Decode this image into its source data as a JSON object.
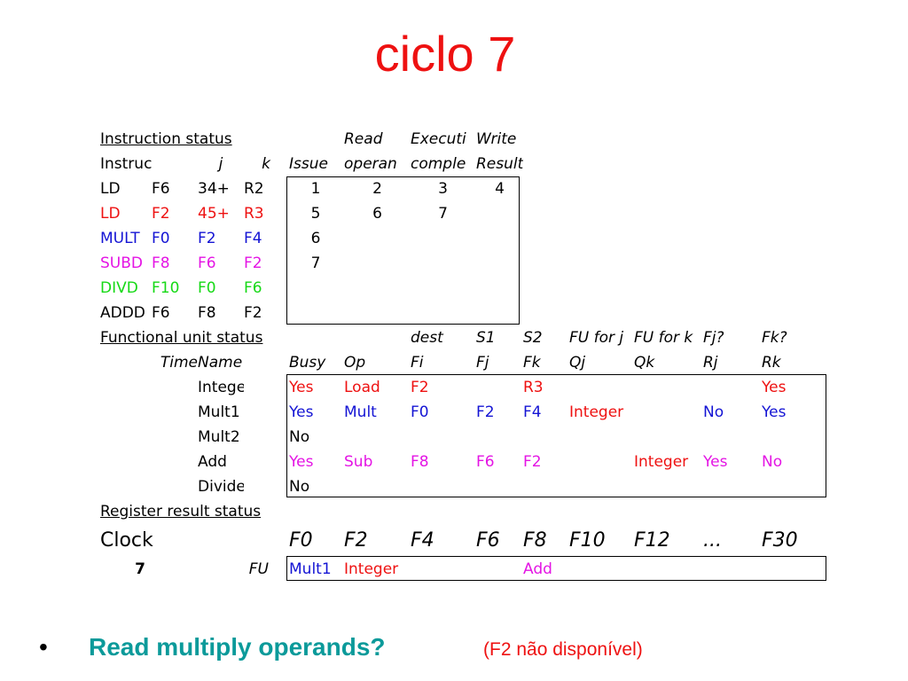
{
  "title": "ciclo 7",
  "colors": {
    "black": "#000000",
    "red": "#ee1111",
    "blue": "#1414d4",
    "magenta": "#e414e4",
    "green": "#16d916",
    "teal": "#0b9a9a"
  },
  "instruction_status": {
    "section_title": "Instruction status",
    "col_head_1": [
      "",
      "",
      "",
      "",
      "Read",
      "Executi",
      "Write"
    ],
    "col_head_2": [
      "Instructior",
      "j",
      "k",
      "Issue",
      "operan",
      "comple",
      "Result"
    ],
    "rows": [
      {
        "op": "LD",
        "j": "F6",
        "k": "34+",
        "r": "R2",
        "issue": "1",
        "read": "2",
        "exec": "3",
        "write": "4",
        "color": "#000000"
      },
      {
        "op": "LD",
        "j": "F2",
        "k": "45+",
        "r": "R3",
        "issue": "5",
        "read": "6",
        "exec": "7",
        "write": "",
        "color": "#ee1111"
      },
      {
        "op": "MULT",
        "j": "F0",
        "k": "F2",
        "r": "F4",
        "issue": "6",
        "read": "",
        "exec": "",
        "write": "",
        "color": "#1414d4"
      },
      {
        "op": "SUBD",
        "j": "F8",
        "k": "F6",
        "r": "F2",
        "issue": "7",
        "read": "",
        "exec": "",
        "write": "",
        "color": "#e414e4"
      },
      {
        "op": "DIVD",
        "j": "F10",
        "k": "F0",
        "r": "F6",
        "issue": "",
        "read": "",
        "exec": "",
        "write": "",
        "color": "#16d916"
      },
      {
        "op": "ADDD",
        "j": "F6",
        "k": "F8",
        "r": "F2",
        "issue": "",
        "read": "",
        "exec": "",
        "write": "",
        "color": "#000000"
      }
    ]
  },
  "functional_unit_status": {
    "section_title": "Functional unit status",
    "head_1": [
      "",
      "",
      "",
      "",
      "dest",
      "S1",
      "S2",
      "FU for j",
      "FU for k",
      "Fj?",
      "Fk?"
    ],
    "head_2": [
      "Time",
      "Name",
      "Busy",
      "Op",
      "Fi",
      "Fj",
      "Fk",
      "Qj",
      "Qk",
      "Rj",
      "Rk"
    ],
    "rows": [
      {
        "name": "Integer",
        "busy": "Yes",
        "op": "Load",
        "fi": "F2",
        "fj": "",
        "fk": "R3",
        "qj": "",
        "qk": "",
        "rj": "",
        "rk": "Yes",
        "color": "#ee1111",
        "qj_color": "#ee1111",
        "qk_color": "#ee1111"
      },
      {
        "name": "Mult1",
        "busy": "Yes",
        "op": "Mult",
        "fi": "F0",
        "fj": "F2",
        "fk": "F4",
        "qj": "Integer",
        "qk": "",
        "rj": "No",
        "rk": "Yes",
        "color": "#1414d4",
        "qj_color": "#ee1111",
        "qk_color": "#1414d4"
      },
      {
        "name": "Mult2",
        "busy": "No",
        "op": "",
        "fi": "",
        "fj": "",
        "fk": "",
        "qj": "",
        "qk": "",
        "rj": "",
        "rk": "",
        "color": "#000000",
        "qj_color": "#000000",
        "qk_color": "#000000"
      },
      {
        "name": "Add",
        "busy": "Yes",
        "op": "Sub",
        "fi": "F8",
        "fj": "F6",
        "fk": "F2",
        "qj": "",
        "qk": "Integer",
        "rj": "Yes",
        "rk": "No",
        "color": "#e414e4",
        "qj_color": "#e414e4",
        "qk_color": "#ee1111"
      },
      {
        "name": "Divide",
        "busy": "No",
        "op": "",
        "fi": "",
        "fj": "",
        "fk": "",
        "qj": "",
        "qk": "",
        "rj": "",
        "rk": "",
        "color": "#000000",
        "qj_color": "#000000",
        "qk_color": "#000000"
      }
    ]
  },
  "register_result_status": {
    "section_title": "Register result status",
    "clock_label": "Clock",
    "registers": [
      "F0",
      "F2",
      "F4",
      "F6",
      "F8",
      "F10",
      "F12",
      "...",
      "F30"
    ],
    "clock_value": "7",
    "fu_label": "FU",
    "fu_values": [
      {
        "text": "Mult1",
        "color": "#1414d4"
      },
      {
        "text": "Integer",
        "color": "#ee1111"
      },
      {
        "text": "",
        "color": "#000000"
      },
      {
        "text": "",
        "color": "#000000"
      },
      {
        "text": "Add",
        "color": "#e414e4"
      },
      {
        "text": "",
        "color": "#000000"
      },
      {
        "text": "",
        "color": "#000000"
      },
      {
        "text": "",
        "color": "#000000"
      },
      {
        "text": "",
        "color": "#000000"
      }
    ]
  },
  "bullet": {
    "symbol": "•",
    "text": "Read multiply operands?",
    "note": "(F2 não disponível)"
  }
}
